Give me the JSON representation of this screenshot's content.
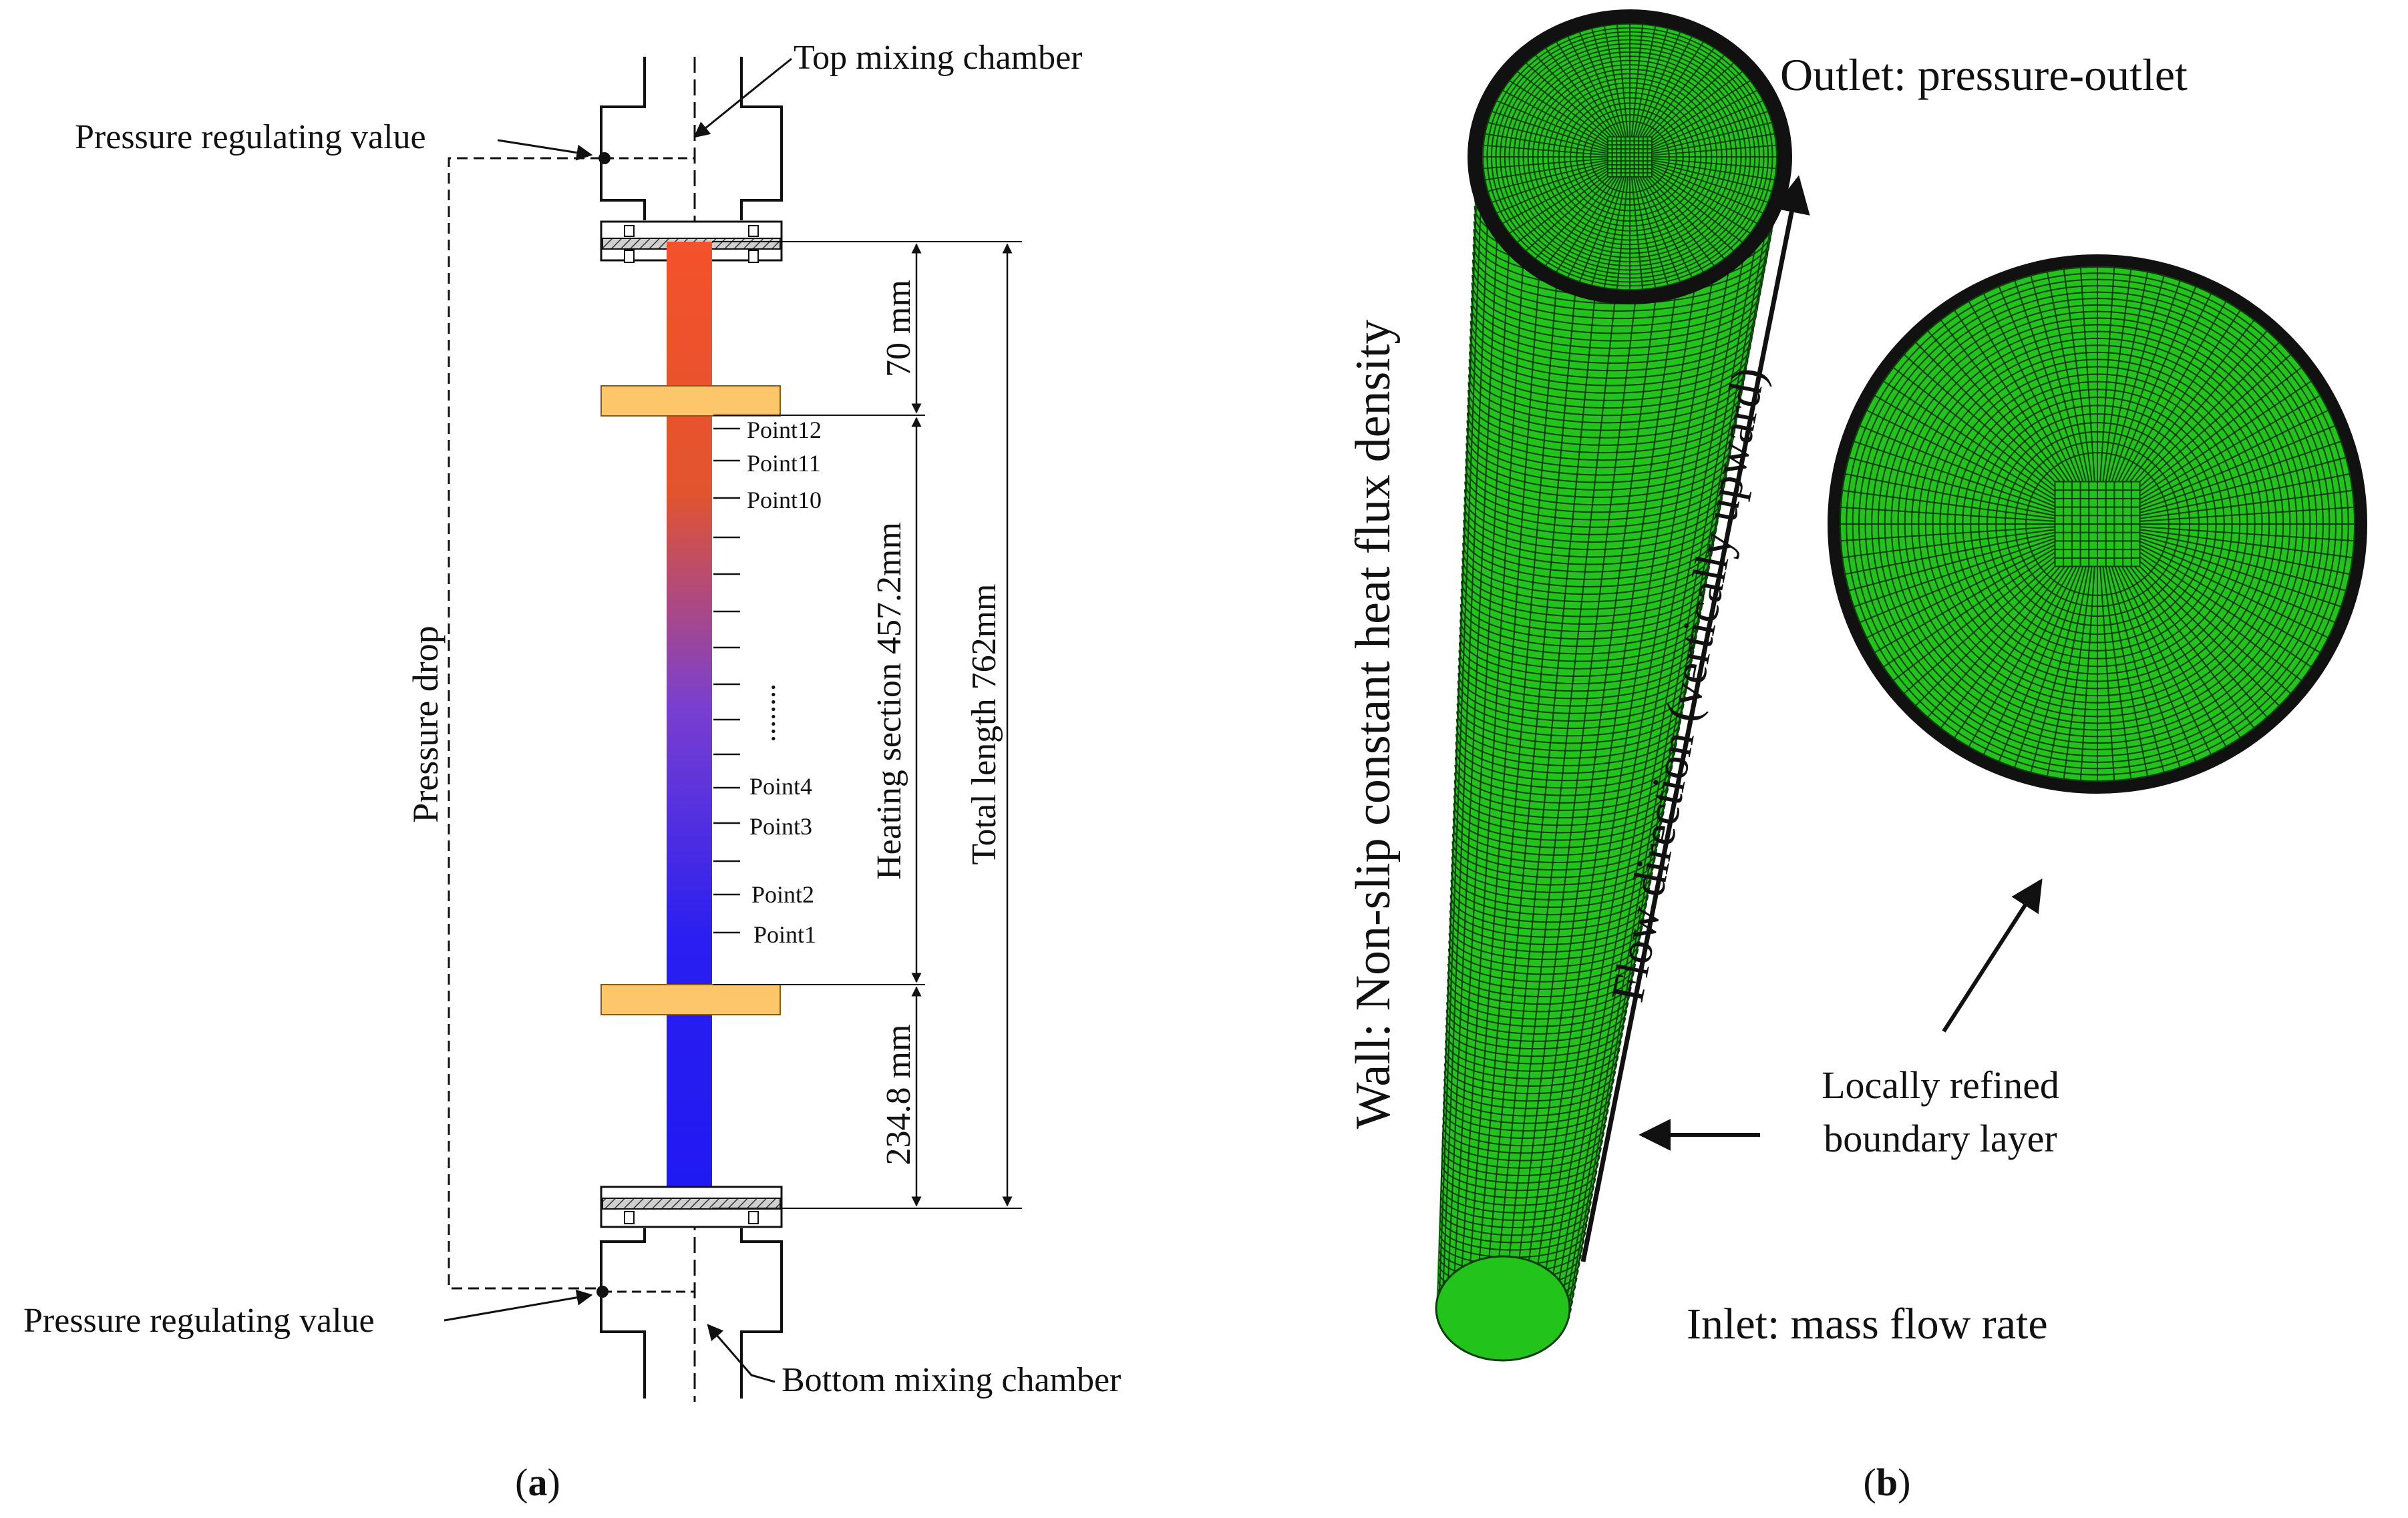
{
  "panel_a": {
    "caption": "(a)",
    "caption_prefix": "(",
    "caption_letter": "a",
    "caption_suffix": ")",
    "labels": {
      "top_chamber": "Top mixing chamber",
      "bottom_chamber": "Bottom mixing chamber",
      "valve_top": "Pressure regulating value",
      "valve_bottom": "Pressure regulating value",
      "pressure_drop": "Pressure drop",
      "dim_top": "70 mm",
      "dim_heating": "Heating section  457.2mm",
      "dim_bottom": "234.8 mm",
      "dim_total": "Total length  762mm",
      "ellipsis": "........"
    },
    "points": [
      "Point12",
      "Point11",
      "Point10",
      "Point4",
      "Point3",
      "Point2",
      "Point1"
    ],
    "colors": {
      "tube_top": "#f4512c",
      "tube_mid": "#7a3fd0",
      "tube_bottom": "#1f19f2",
      "flange": "#fdc66a"
    }
  },
  "panel_b": {
    "caption": "(b)",
    "caption_prefix": "(",
    "caption_letter": "b",
    "caption_suffix": ")",
    "labels": {
      "outlet": "Outlet: pressure-outlet",
      "inlet": "Inlet: mass flow rate",
      "wall": "Wall: Non-slip constant heat flux density",
      "flow": "Flow direction (vertically upward)",
      "refined_line1": "Locally refined",
      "refined_line2": "boundary layer"
    },
    "colors": {
      "mesh_fill": "#22c41c",
      "mesh_line": "#0c3d0a",
      "rim": "#111111"
    }
  }
}
